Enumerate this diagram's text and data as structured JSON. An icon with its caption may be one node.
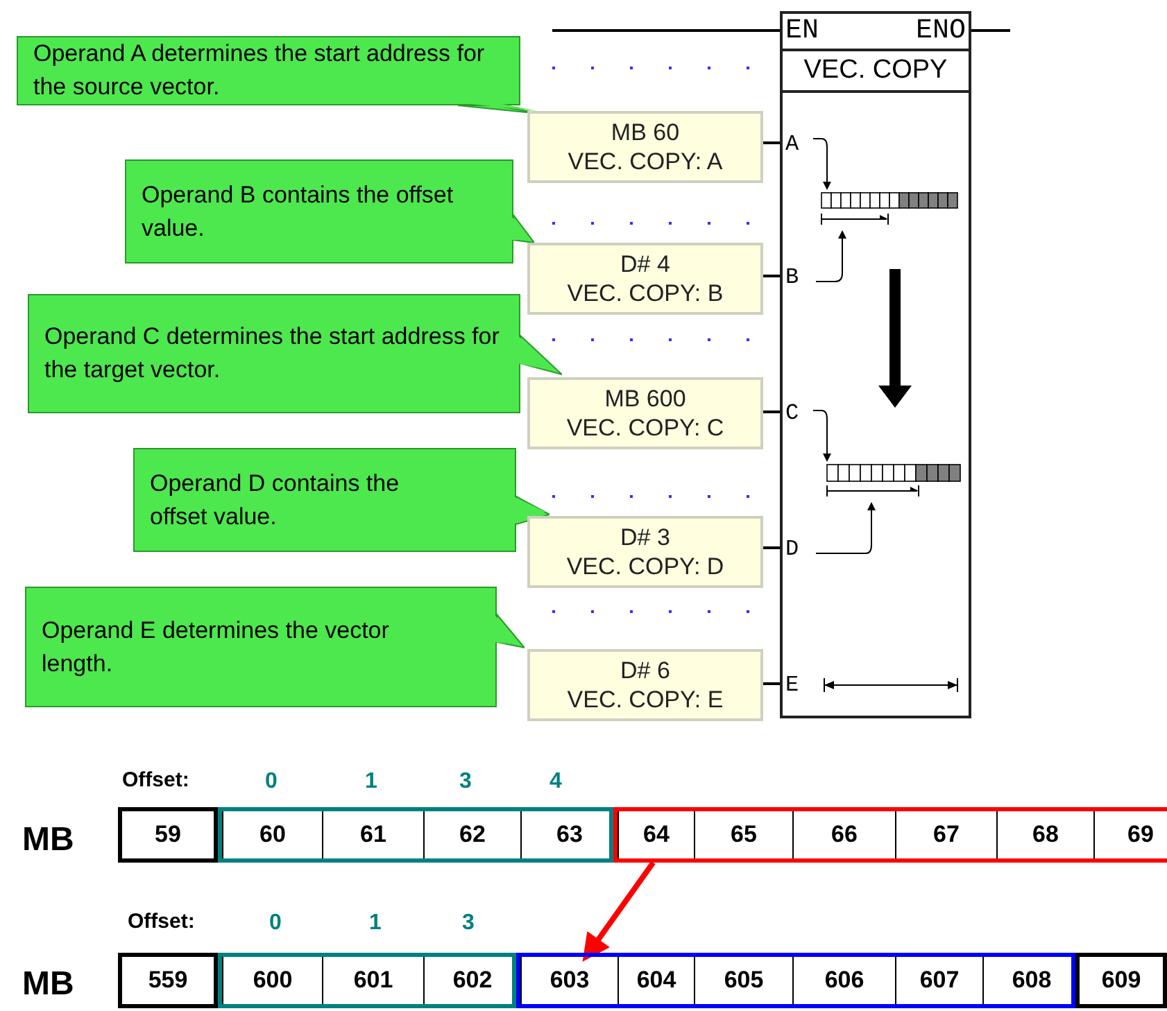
{
  "diagram": {
    "nodes": [
      {
        "text": [
          "Operand A determines the start address for the source vector."
        ]
      },
      {
        "text": [
          "Operand B contains the offset value."
        ]
      },
      {
        "text": [
          "Operand C determines the start address for the target vector."
        ]
      },
      {
        "text": [
          "Operand D contains the offset value."
        ]
      },
      {
        "text": [
          "Operand E determines the vector length."
        ]
      },
      {
        "text": [
          "MB 60",
          "VEC. COPY: A"
        ]
      },
      {
        "text": [
          "D# 4",
          "VEC. COPY: B"
        ]
      },
      {
        "text": [
          "MB 600",
          "VEC. COPY: C"
        ]
      },
      {
        "text": [
          "D# 3",
          "VEC. COPY: D"
        ]
      },
      {
        "text": [
          "D# 6",
          "VEC. COPY: E"
        ]
      },
      {
        "text": [
          "EN",
          "ENO",
          "VEC. COPY",
          "A",
          "B",
          "C",
          "D",
          "E"
        ]
      },
      {
        "text": [
          "59"
        ]
      },
      {
        "text": [],
        "shape": "box"
      },
      {
        "text": [
          "60"
        ],
        "in": 12
      },
      {
        "text": [
          "61"
        ],
        "in": 12
      },
      {
        "text": [
          "62"
        ],
        "in": 12
      },
      {
        "text": [
          "63"
        ],
        "in": 12
      },
      {
        "text": [],
        "shape": "box"
      },
      {
        "text": [
          "64"
        ],
        "in": 17
      },
      {
        "text": [
          "65"
        ],
        "in": 17
      },
      {
        "text": [
          "66"
        ],
        "in": 17
      },
      {
        "text": [
          "67"
        ],
        "in": 17
      },
      {
        "text": [
          "68"
        ],
        "in": 17
      },
      {
        "text": [
          "69"
        ],
        "in": 17
      },
      {
        "text": [
          "559"
        ]
      },
      {
        "text": [],
        "shape": "box"
      },
      {
        "text": [
          "600"
        ],
        "in": 25
      },
      {
        "text": [
          "601"
        ],
        "in": 25
      },
      {
        "text": [
          "602"
        ],
        "in": 25
      },
      {
        "text": [],
        "shape": "box"
      },
      {
        "text": [
          "603"
        ],
        "in": 29
      },
      {
        "text": [
          "604"
        ],
        "in": 29
      },
      {
        "text": [
          "605"
        ],
        "in": 29
      },
      {
        "text": [
          "606"
        ],
        "in": 29
      },
      {
        "text": [
          "607"
        ],
        "in": 29
      },
      {
        "text": [
          "608"
        ],
        "in": 29
      },
      {
        "text": [
          "609"
        ]
      }
    ],
    "edges": [
      {
        "from": 5,
        "to": 10,
        "arrow": "none"
      },
      {
        "from": 6,
        "to": 10,
        "arrow": "none"
      },
      {
        "from": 7,
        "to": 10,
        "arrow": "none"
      },
      {
        "from": 8,
        "to": 10,
        "arrow": "none"
      },
      {
        "from": 9,
        "to": 10,
        "arrow": "none"
      },
      {
        "from": null,
        "to": 10,
        "arrow": "none"
      },
      {
        "from": 10,
        "to": null,
        "arrow": "none"
      },
      {
        "from": 17,
        "to": 29,
        "arrow": "to",
        "style": "thick",
        "color": "#ff0000"
      }
    ],
    "labels": [
      "Offset:",
      "0",
      "1",
      "3",
      "4",
      "MB",
      "Offset:",
      "0",
      "1",
      "3",
      "MB"
    ]
  }
}
